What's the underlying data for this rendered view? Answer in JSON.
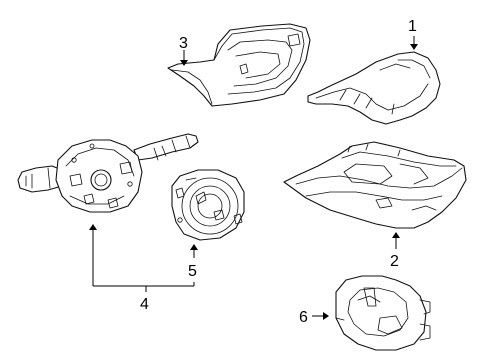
{
  "diagram": {
    "background": "#ffffff",
    "line_color": "#111111",
    "callouts": {
      "c1": "1",
      "c2": "2",
      "c3": "3",
      "c4": "4",
      "c5": "5",
      "c6": "6"
    }
  }
}
